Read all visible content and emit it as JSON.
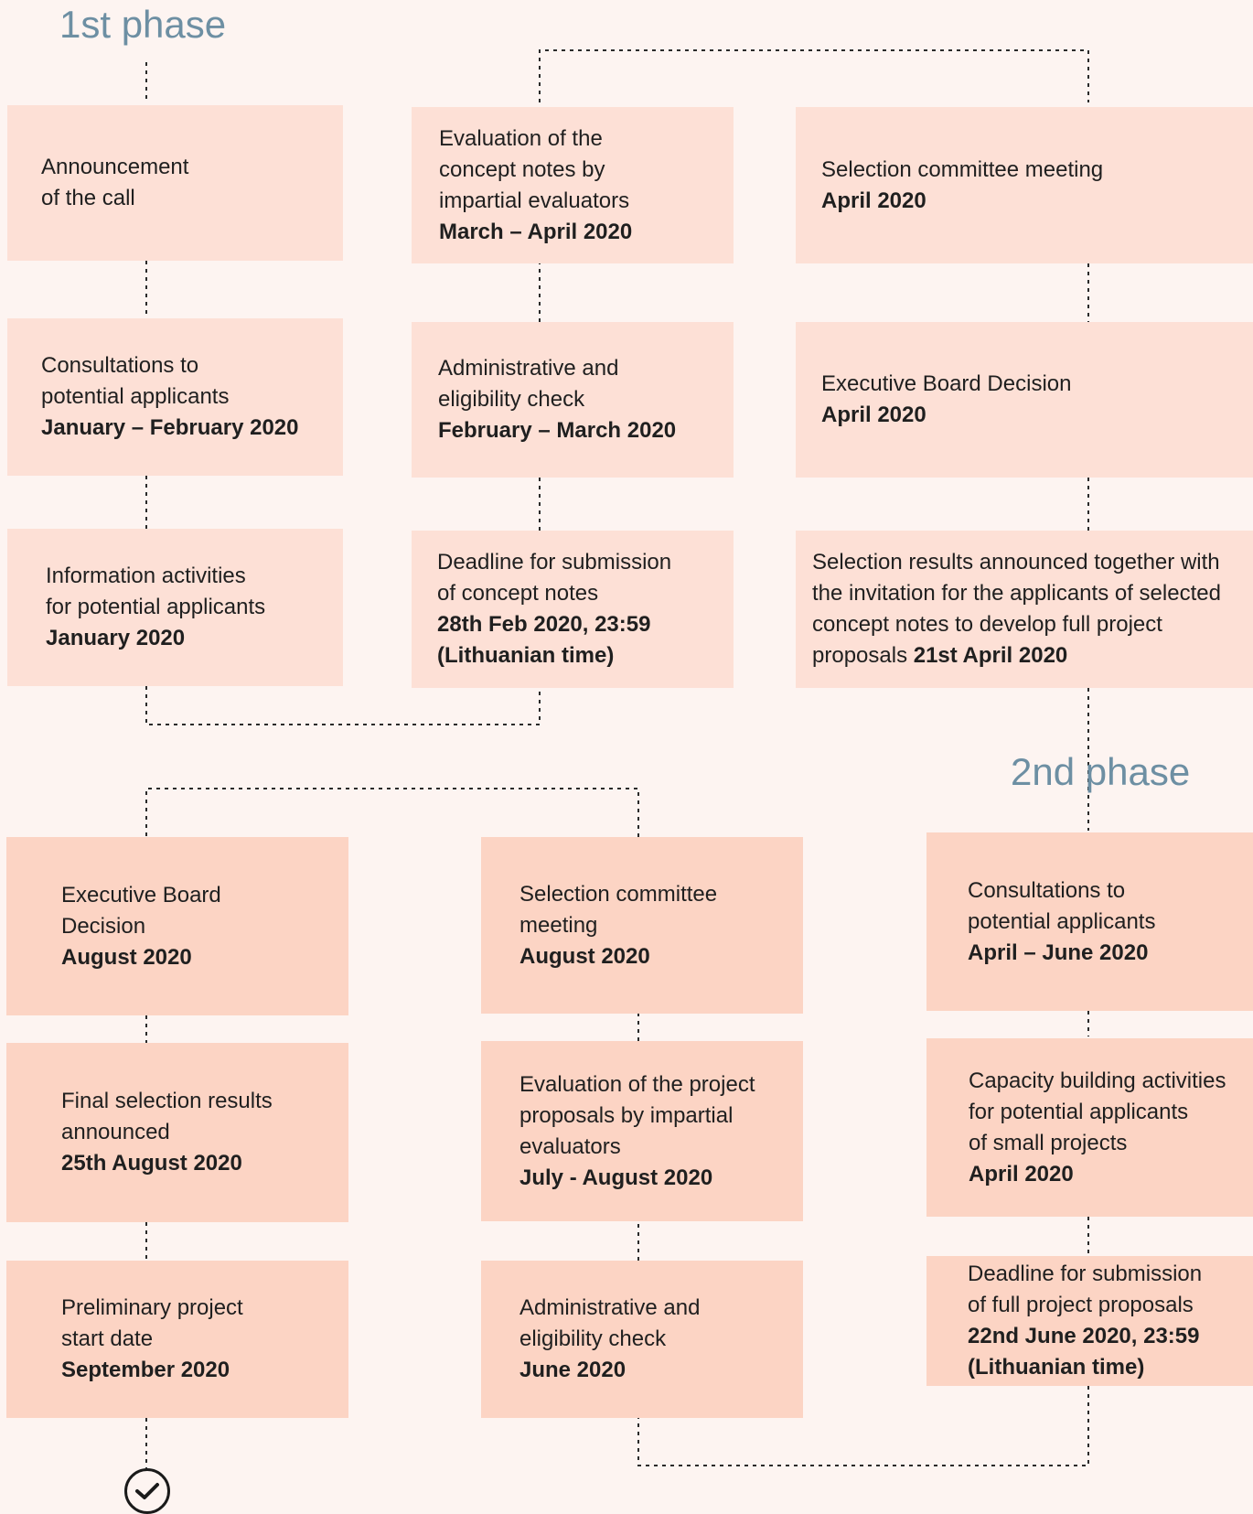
{
  "phases": {
    "first": "1st phase",
    "second": "2nd phase"
  },
  "phase1": {
    "announcement": {
      "lines": [
        "Announcement",
        "of the call"
      ],
      "date": ""
    },
    "consultations": {
      "lines": [
        "Consultations to",
        "potential applicants"
      ],
      "date": "January – February 2020"
    },
    "information": {
      "lines": [
        "Information activities",
        "for potential applicants"
      ],
      "date": "January 2020"
    },
    "deadline": {
      "lines": [
        "Deadline for submission",
        "of concept notes"
      ],
      "date_lines": [
        "28th Feb 2020, 23:59",
        "(Lithuanian time)"
      ]
    },
    "admin_check": {
      "lines": [
        "Administrative and",
        "eligibility check"
      ],
      "date": "February – March 2020"
    },
    "evaluation": {
      "lines": [
        "Evaluation of the",
        "concept notes by",
        "impartial evaluators"
      ],
      "date": "March – April 2020"
    },
    "committee": {
      "lines": [
        "Selection committee meeting"
      ],
      "date": "April 2020"
    },
    "board": {
      "lines": [
        "Executive Board Decision"
      ],
      "date": "April 2020"
    },
    "results": {
      "lines": [
        "Selection results announced together with",
        "the invitation for the applicants of selected",
        "concept notes to develop full project"
      ],
      "last_line_text": "proposals",
      "last_line_date": "21st April 2020"
    }
  },
  "phase2": {
    "consultations": {
      "lines": [
        "Consultations to",
        "potential applicants"
      ],
      "date": "April – June 2020"
    },
    "capacity": {
      "lines": [
        "Capacity building activities",
        "for potential applicants",
        "of small projects"
      ],
      "date": "April 2020"
    },
    "deadline": {
      "lines": [
        "Deadline for submission",
        "of full project proposals"
      ],
      "date_lines": [
        "22nd June 2020, 23:59",
        "(Lithuanian time)"
      ]
    },
    "admin_check": {
      "lines": [
        "Administrative and",
        "eligibility check"
      ],
      "date": "June 2020"
    },
    "evaluation": {
      "lines": [
        "Evaluation of the project",
        "proposals by impartial",
        "evaluators"
      ],
      "date": "July - August 2020"
    },
    "committee": {
      "lines": [
        "Selection committee",
        "meeting"
      ],
      "date": "August 2020"
    },
    "board": {
      "lines": [
        "Executive Board",
        "Decision"
      ],
      "date": "August 2020"
    },
    "final_results": {
      "lines": [
        "Final selection results",
        "announced"
      ],
      "date": "25th August 2020"
    },
    "start_date": {
      "lines": [
        "Preliminary project",
        "start date"
      ],
      "date": "September 2020"
    }
  },
  "icons": {
    "end": "checkmark-circle-icon"
  },
  "colors": {
    "background": "#fdf4f1",
    "box_phase1": "#fde0d6",
    "box_phase2": "#fcd4c4",
    "phase_title": "#6d8fa3",
    "connector": "#2a2a2a"
  }
}
